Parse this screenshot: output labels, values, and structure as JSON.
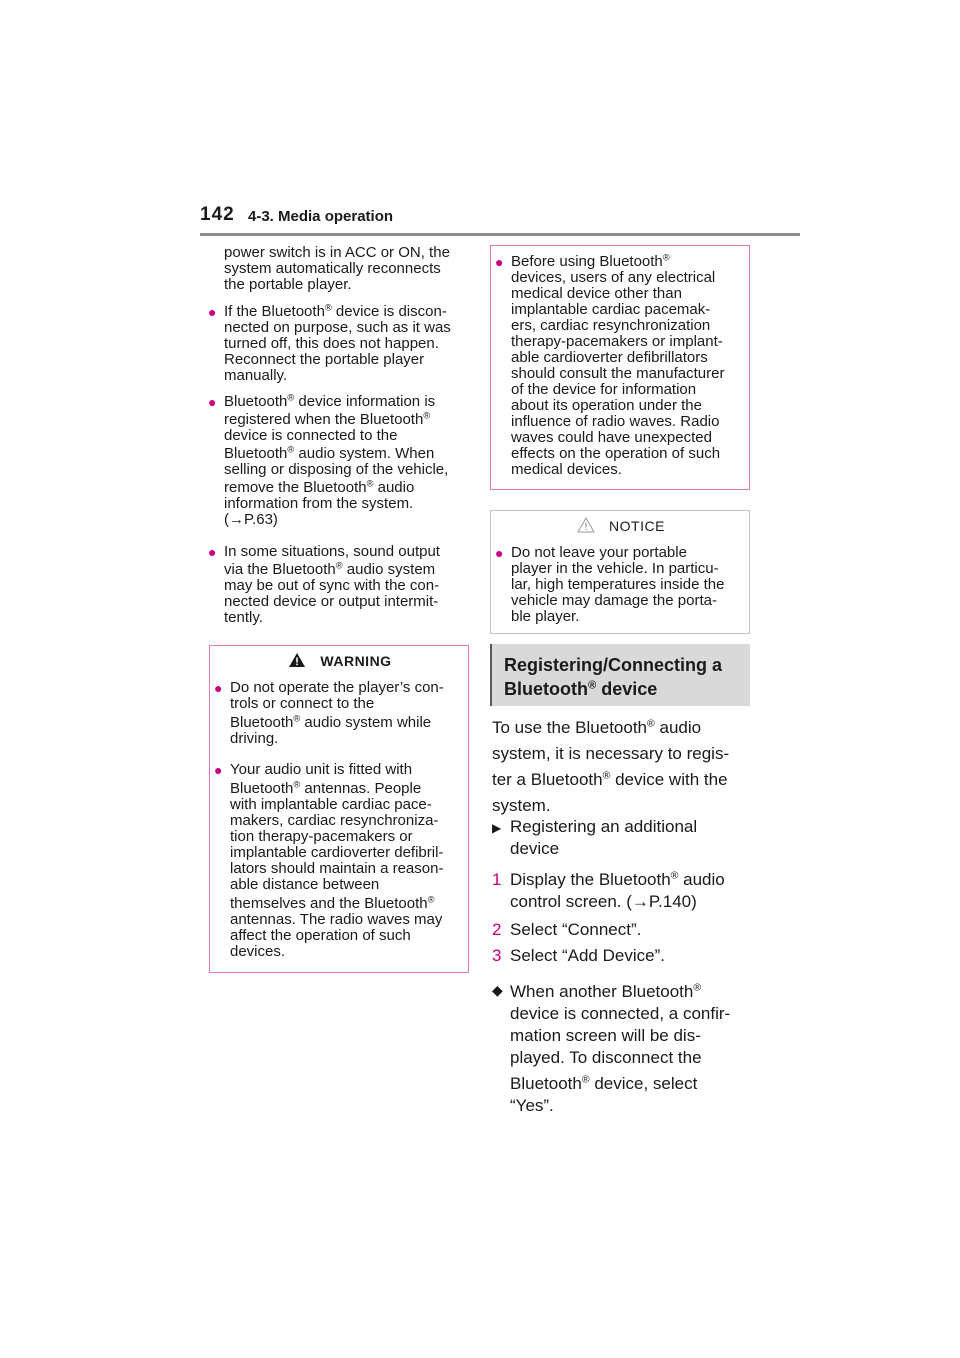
{
  "header": {
    "page_number": "142",
    "section": "4-3. Media operation"
  },
  "left_column": {
    "intro_lines": [
      "power switch is in ACC or ON, the",
      "system automatically reconnects",
      "the portable player."
    ],
    "bullets": [
      {
        "lines": [
          [
            "If the Bluetooth",
            "®",
            " device is discon-"
          ],
          [
            "nected on purpose, such as it was"
          ],
          [
            "turned off, this does not happen."
          ],
          [
            "Reconnect the portable player"
          ],
          [
            "manually."
          ]
        ]
      },
      {
        "lines": [
          [
            "Bluetooth",
            "®",
            " device information is"
          ],
          [
            "registered when the Bluetooth",
            "®",
            ""
          ],
          [
            "device is connected to the"
          ],
          [
            "Bluetooth",
            "®",
            " audio system. When"
          ],
          [
            "selling or disposing of the vehicle,"
          ],
          [
            "remove the Bluetooth",
            "®",
            " audio"
          ],
          [
            "information from the system."
          ],
          [
            "(→P.63)"
          ]
        ]
      },
      {
        "lines": [
          [
            "In some situations, sound output"
          ],
          [
            "via the Bluetooth",
            "®",
            " audio system"
          ],
          [
            "may be out of sync with the con-"
          ],
          [
            "nected device or output intermit-"
          ],
          [
            "tently."
          ]
        ]
      }
    ],
    "warning": {
      "title": "WARNING",
      "bullets": [
        {
          "lines": [
            [
              "Do not operate the player’s con-"
            ],
            [
              "trols or connect to the"
            ],
            [
              "Bluetooth",
              "®",
              " audio system while"
            ],
            [
              "driving."
            ]
          ]
        },
        {
          "lines": [
            [
              "Your audio unit is fitted with"
            ],
            [
              "Bluetooth",
              "®",
              " antennas. People"
            ],
            [
              "with implantable cardiac pace-"
            ],
            [
              "makers, cardiac resynchroniza-"
            ],
            [
              "tion therapy-pacemakers or"
            ],
            [
              "implantable cardioverter defibril-"
            ],
            [
              "lators should maintain a reason-"
            ],
            [
              "able distance between"
            ],
            [
              "themselves and the Bluetooth",
              "®",
              ""
            ],
            [
              "antennas. The radio waves may"
            ],
            [
              "affect the operation of such"
            ],
            [
              "devices."
            ]
          ]
        }
      ]
    }
  },
  "right_column": {
    "warning_continued": {
      "lines": [
        [
          "Before using Bluetooth",
          "®",
          ""
        ],
        [
          "devices, users of any electrical"
        ],
        [
          "medical device other than"
        ],
        [
          "implantable cardiac pacemak-"
        ],
        [
          "ers, cardiac resynchronization"
        ],
        [
          "therapy-pacemakers or implant-"
        ],
        [
          "able cardioverter defibrillators"
        ],
        [
          "should consult the manufacturer"
        ],
        [
          "of the device for information"
        ],
        [
          "about its operation under the"
        ],
        [
          "influence of radio waves. Radio"
        ],
        [
          "waves could have unexpected"
        ],
        [
          "effects on the operation of such"
        ],
        [
          "medical devices."
        ]
      ]
    },
    "notice": {
      "title": "NOTICE",
      "lines": [
        [
          "Do not leave your portable"
        ],
        [
          "player in the vehicle. In particu-"
        ],
        [
          "lar, high temperatures inside the"
        ],
        [
          "vehicle may damage the porta-"
        ],
        [
          "ble player."
        ]
      ]
    },
    "heading": {
      "line1": "Registering/Connecting a",
      "line2_pre": "Bluetooth",
      "line2_sup": "®",
      "line2_post": " device"
    },
    "intro": [
      [
        "To use the Bluetooth",
        "®",
        " audio"
      ],
      [
        "system, it is necessary to regis-"
      ],
      [
        "ter a Bluetooth",
        "®",
        " device with the"
      ],
      [
        "system."
      ]
    ],
    "subhead": [
      "Registering an additional",
      "device"
    ],
    "steps": [
      {
        "num": "1",
        "lines": [
          [
            "Display the Bluetooth",
            "®",
            " audio"
          ],
          [
            "control screen. (→P.140)"
          ]
        ]
      },
      {
        "num": "2",
        "lines": [
          [
            "Select “Connect”."
          ]
        ]
      },
      {
        "num": "3",
        "lines": [
          [
            "Select “Add Device”."
          ]
        ]
      }
    ],
    "note": [
      [
        "When another Bluetooth",
        "®",
        ""
      ],
      [
        "device is connected, a confir-"
      ],
      [
        "mation screen will be dis-"
      ],
      [
        "played. To disconnect the"
      ],
      [
        "Bluetooth",
        "®",
        " device, select"
      ],
      [
        "“Yes”."
      ]
    ]
  },
  "colors": {
    "accent": "#c8007d",
    "box_border_pink": "#e07ac4",
    "box_border_grey": "#c4c4c4",
    "heading_bg": "#d9d9d9"
  }
}
